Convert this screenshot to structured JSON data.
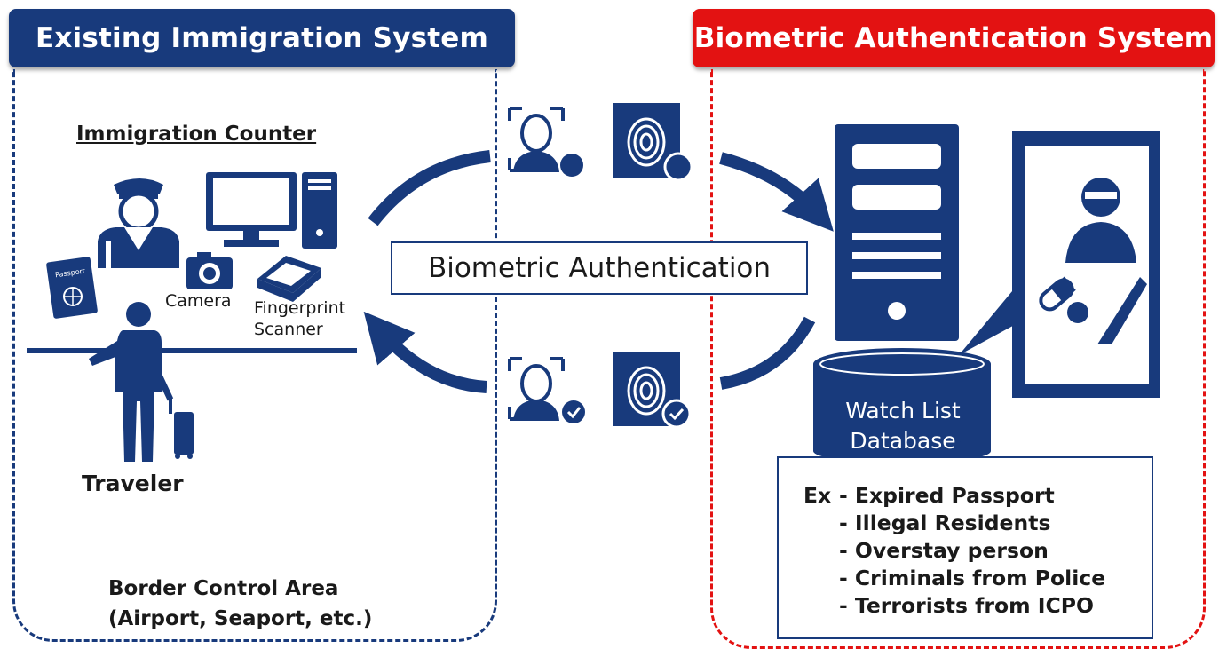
{
  "headers": {
    "left": "Existing Immigration System",
    "right": "Biometric Authentication System"
  },
  "left_panel": {
    "counter_title": "Immigration Counter",
    "camera_label": "Camera",
    "fingerprint_label_line1": "Fingerprint",
    "fingerprint_label_line2": "Scanner",
    "passport_text": "Passport",
    "traveler_label": "Traveler",
    "area_line1": "Border Control Area",
    "area_line2": "(Airport, Seaport, etc.)"
  },
  "center": {
    "label": "Biometric Authentication"
  },
  "right_panel": {
    "db_line1": "Watch List",
    "db_line2": "Database",
    "watch_list": {
      "prefix": "Ex",
      "items": [
        "- Expired Passport",
        "- Illegal Residents",
        "- Overstay person",
        "- Criminals from Police",
        "- Terrorists from ICPO"
      ]
    }
  },
  "colors": {
    "navy": "#183a7c",
    "red": "#e31212",
    "text": "#1a1a1a"
  }
}
